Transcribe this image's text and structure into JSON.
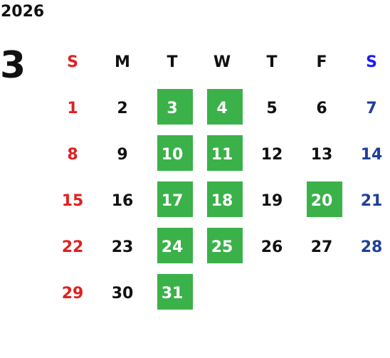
{
  "year": "2026",
  "month": "3",
  "weekdays": [
    "S",
    "M",
    "T",
    "W",
    "T",
    "F",
    "S"
  ],
  "weeks": [
    [
      "1",
      "2",
      "3",
      "4",
      "5",
      "6",
      "7"
    ],
    [
      "8",
      "9",
      "10",
      "11",
      "12",
      "13",
      "14"
    ],
    [
      "15",
      "16",
      "17",
      "18",
      "19",
      "20",
      "21"
    ],
    [
      "22",
      "23",
      "24",
      "25",
      "26",
      "27",
      "28"
    ],
    [
      "29",
      "30",
      "31",
      "",
      "",
      "",
      ""
    ]
  ],
  "highlighted_days": [
    "3",
    "4",
    "10",
    "11",
    "17",
    "18",
    "20",
    "24",
    "25",
    "31"
  ],
  "colors": {
    "highlight": "#3bb14a",
    "sunday": "#e02020",
    "saturday": "#1f3f99",
    "saturday_header": "#1a1aff",
    "text": "#111111"
  }
}
